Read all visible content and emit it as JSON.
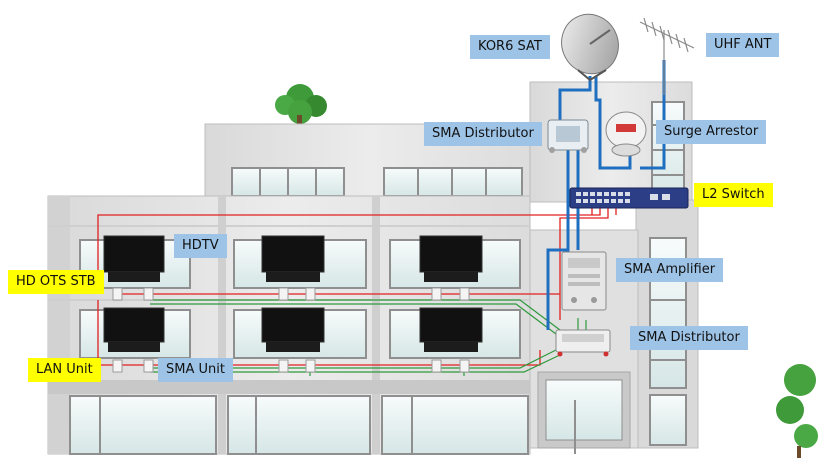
{
  "labels": {
    "kor6_sat": "KOR6 SAT",
    "uhf_ant": "UHF ANT",
    "sma_distributor_top": "SMA Distributor",
    "surge_arrestor": "Surge Arrestor",
    "l2_switch": "L2 Switch",
    "hdtv": "HDTV",
    "hd_ots_stb": "HD OTS STB",
    "sma_amplifier": "SMA Amplifier",
    "sma_distributor_bottom": "SMA Distributor",
    "lan_unit": "LAN Unit",
    "sma_unit": "SMA Unit"
  },
  "colors": {
    "blue_callout": "#9dc3e6",
    "yellow_callout": "#ffff00",
    "coax_blue": "#1f6fc0",
    "lan_red": "#e02020",
    "sma_green": "#2e9a3c",
    "wall_gray": "#e4e4e4",
    "window_frame": "#8f8f8f"
  }
}
